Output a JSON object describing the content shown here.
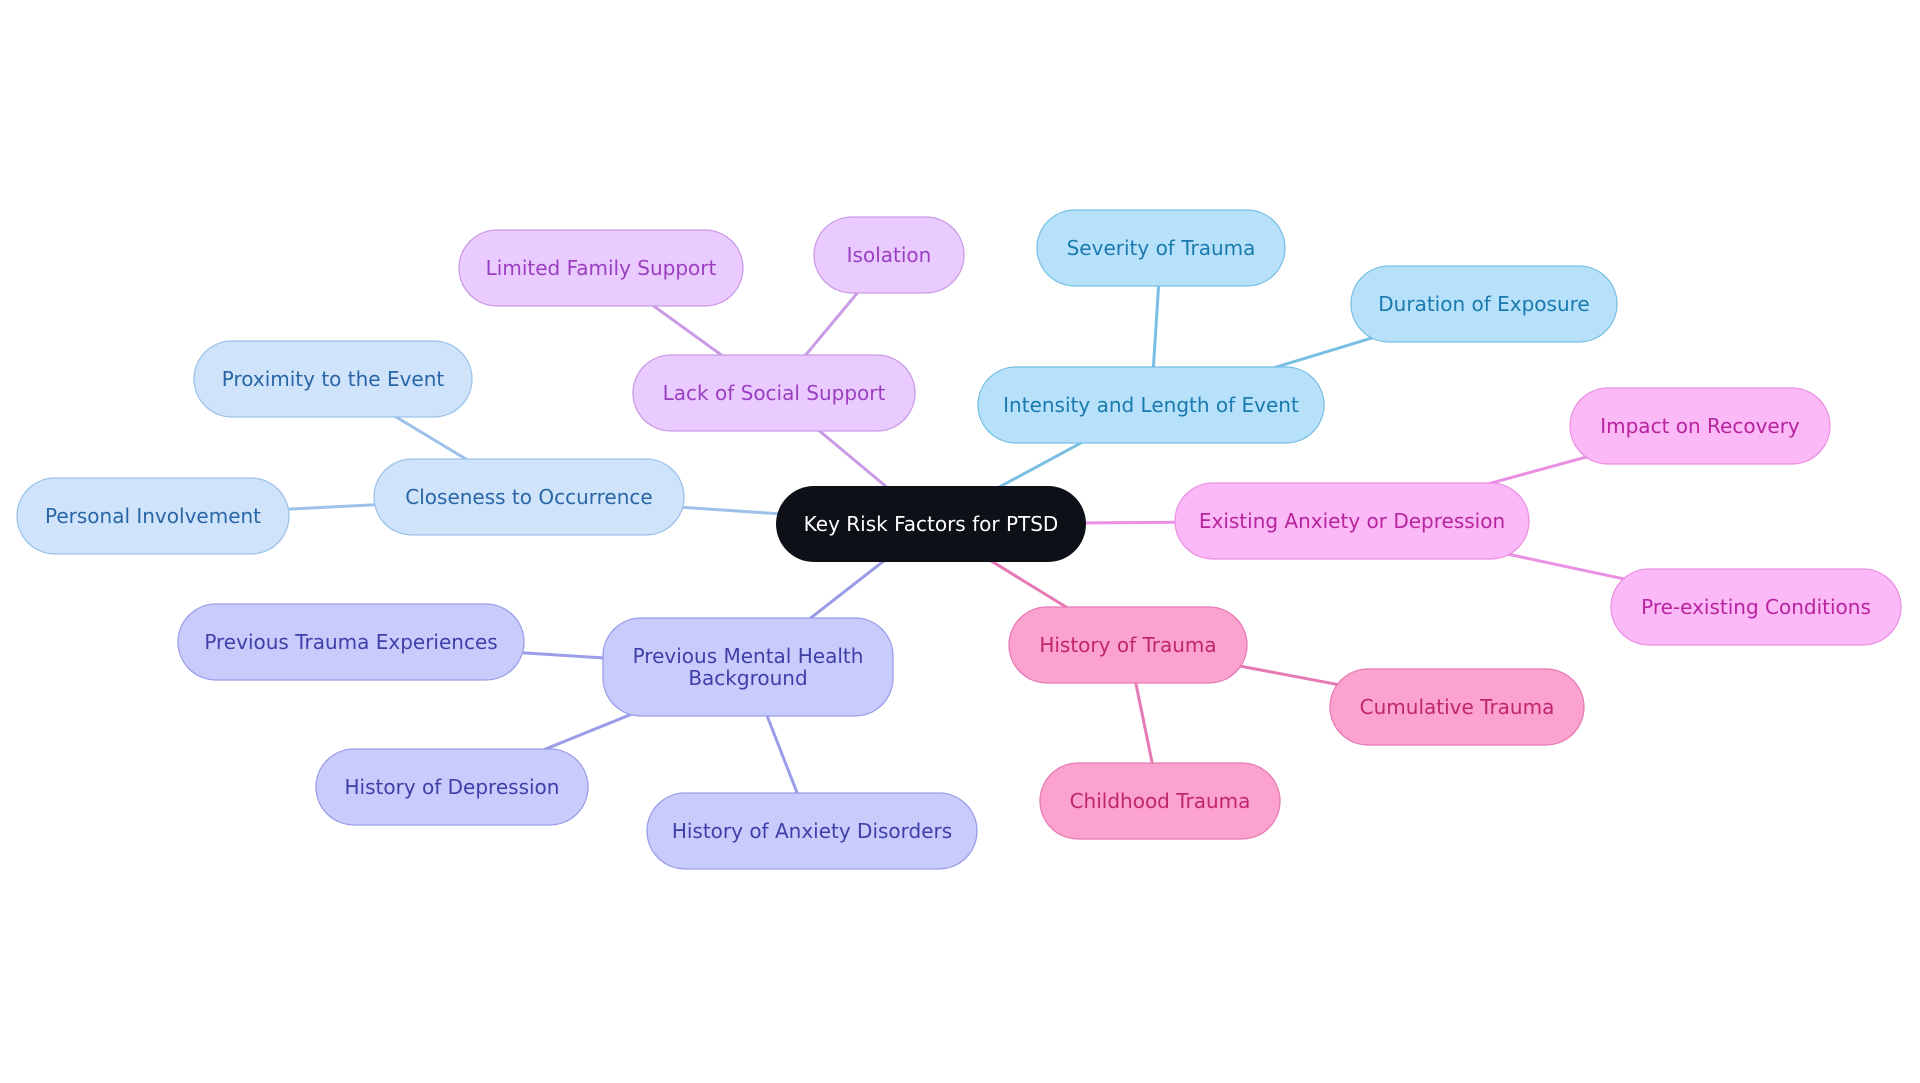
{
  "diagram": {
    "type": "mindmap",
    "root": {
      "id": "root",
      "label": "Key Risk Factors for PTSD",
      "fill": "#0d1117",
      "text_color": "#ffffff"
    },
    "branches": [
      {
        "id": "social",
        "label": "Lack of Social Support",
        "fill": "#eacbff",
        "stroke": "#c99ae6",
        "text_color": "#9a3fbf",
        "edge_color": "#c99ae6",
        "children": [
          {
            "id": "social-family",
            "label": "Limited Family Support"
          },
          {
            "id": "social-isolation",
            "label": "Isolation"
          }
        ]
      },
      {
        "id": "intensity",
        "label": "Intensity and Length of Event",
        "fill": "#b7e1fb",
        "stroke": "#78bfe3",
        "text_color": "#1a7aad",
        "edge_color": "#78bfe3",
        "children": [
          {
            "id": "intensity-severity",
            "label": "Severity of Trauma"
          },
          {
            "id": "intensity-duration",
            "label": "Duration of Exposure"
          }
        ]
      },
      {
        "id": "closeness",
        "label": "Closeness to Occurrence",
        "fill": "#cfe3fb",
        "stroke": "#9cc2ea",
        "text_color": "#2a66a6",
        "edge_color": "#9cc2ea",
        "children": [
          {
            "id": "closeness-proximity",
            "label": "Proximity to the Event"
          },
          {
            "id": "closeness-personal",
            "label": "Personal Involvement"
          }
        ]
      },
      {
        "id": "anxiety",
        "label": "Existing Anxiety or Depression",
        "fill": "#fcb9f7",
        "stroke": "#ea8fe2",
        "text_color": "#b8239e",
        "edge_color": "#ea8fe2",
        "children": [
          {
            "id": "anxiety-recovery",
            "label": "Impact on Recovery"
          },
          {
            "id": "anxiety-preexisting",
            "label": "Pre-existing Conditions"
          }
        ]
      },
      {
        "id": "mental",
        "label": "Previous Mental Health Background",
        "label_lines": [
          "Previous Mental Health",
          "Background"
        ],
        "fill": "#c9cbfd",
        "stroke": "#9a9de8",
        "text_color": "#3f3fa8",
        "edge_color": "#9a9de8",
        "children": [
          {
            "id": "mental-prevtrauma",
            "label": "Previous Trauma Experiences"
          },
          {
            "id": "mental-depression",
            "label": "History of Depression"
          },
          {
            "id": "mental-anxiety",
            "label": "History of Anxiety Disorders"
          }
        ]
      },
      {
        "id": "trauma",
        "label": "History of Trauma",
        "fill": "#fca2cf",
        "stroke": "#e57ab4",
        "text_color": "#c0266f",
        "edge_color": "#e57ab4",
        "children": [
          {
            "id": "trauma-cumulative",
            "label": "Cumulative Trauma"
          },
          {
            "id": "trauma-childhood",
            "label": "Childhood Trauma"
          }
        ]
      }
    ]
  }
}
